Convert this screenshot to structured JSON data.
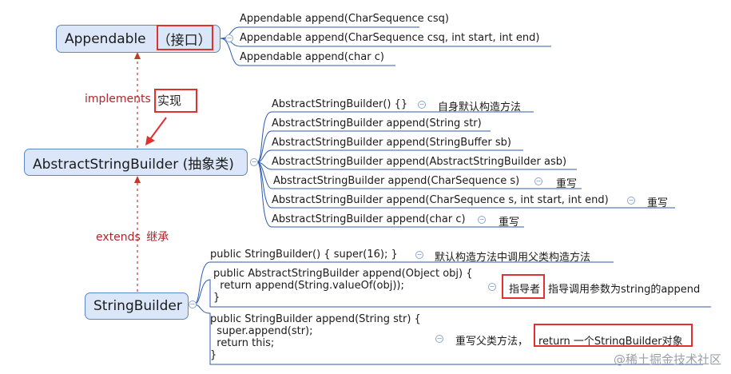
{
  "appendable": {
    "title": "Appendable",
    "tag": "（接口）",
    "methods": [
      "Appendable append(CharSequence csq)",
      "Appendable append(CharSequence csq, int start, int end)",
      "Appendable append(char c)"
    ]
  },
  "relation_implements": {
    "en": "implements",
    "cn": "实现"
  },
  "abstract_builder": {
    "title": "AbstractStringBuilder (抽象类)",
    "methods": [
      {
        "sig": "AbstractStringBuilder() {}",
        "note": "自身默认构造方法"
      },
      {
        "sig": "AbstractStringBuilder append(String str)",
        "note": ""
      },
      {
        "sig": "AbstractStringBuilder append(StringBuffer sb)",
        "note": ""
      },
      {
        "sig": "AbstractStringBuilder append(AbstractStringBuilder asb)",
        "note": ""
      },
      {
        "sig": "AbstractStringBuilder append(CharSequence s)",
        "note": "重写"
      },
      {
        "sig": "AbstractStringBuilder append(CharSequence s, int start, int end)",
        "note": "重写"
      },
      {
        "sig": "AbstractStringBuilder append(char c)",
        "note": "重写"
      }
    ]
  },
  "relation_extends": {
    "en": "extends",
    "cn": "继承"
  },
  "string_builder": {
    "title": "StringBuilder",
    "ctor": {
      "sig": "public StringBuilder() { super(16); }",
      "note": "默认构造方法中调用父类构造方法"
    },
    "append_obj": {
      "code": "public AbstractStringBuilder append(Object obj) {\n  return append(String.valueOf(obj));\n}",
      "note_box": "指导者",
      "note_rest": "指导调用参数为string的append"
    },
    "append_str": {
      "code": "public StringBuilder append(String str) {\n  super.append(str);\n  return this;\n}",
      "note_pre": "重写父类方法，",
      "note_box": "return 一个StringBuilder对象"
    }
  },
  "watermark": "@稀土掘金技术社区",
  "colors": {
    "node_fill": "#dbe7f8",
    "node_border": "#5b86c9",
    "branch": "#2f5bb0",
    "red": "#e03030",
    "relation": "#b5232b"
  }
}
